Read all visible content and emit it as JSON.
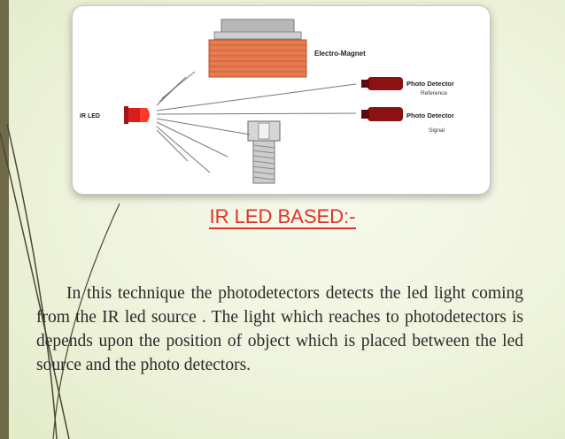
{
  "slide": {
    "heading": "IR LED BASED:-",
    "paragraph": "In this technique the photodetectors detects the led light coming from the IR led source . The light which reaches to photodetectors is depends upon the position of object which is placed between the led source and the photo detectors."
  },
  "figure": {
    "label_electromagnet": "Electro-Magnet",
    "label_photo_detector_1": "Photo Detector",
    "label_reference": "Reference",
    "label_photo_detector_2": "Photo Detector",
    "label_signal": "Signal",
    "label_ir_led": "IR LED"
  },
  "colors": {
    "heading": "#e0322a",
    "magnet": "#e77a4f",
    "led": "#d51f1f",
    "detector": "#8b1212",
    "sidebar": "#6f6a48"
  }
}
